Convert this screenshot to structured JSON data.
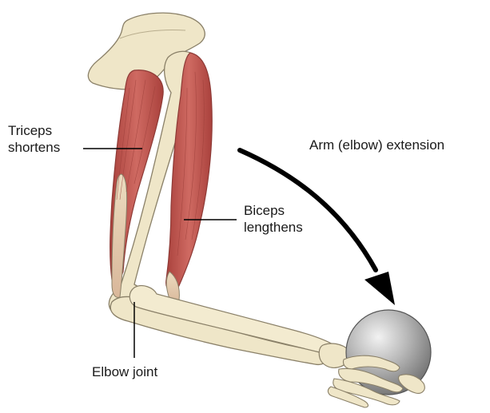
{
  "labels": {
    "triceps_line1": "Triceps",
    "triceps_line2": "shortens",
    "biceps_line1": "Biceps",
    "biceps_line2": "lengthens",
    "elbow": "Elbow joint",
    "motion": "Arm (elbow) extension"
  },
  "colors": {
    "bone_fill": "#efe6c8",
    "bone_stroke": "#8a8068",
    "muscle_fill": "#c25a54",
    "muscle_stroke": "#8e3a36",
    "tendon": "#ead7b8",
    "ball": "#a8a8a8",
    "arrow": "#000000",
    "text": "#1a1a1a"
  }
}
